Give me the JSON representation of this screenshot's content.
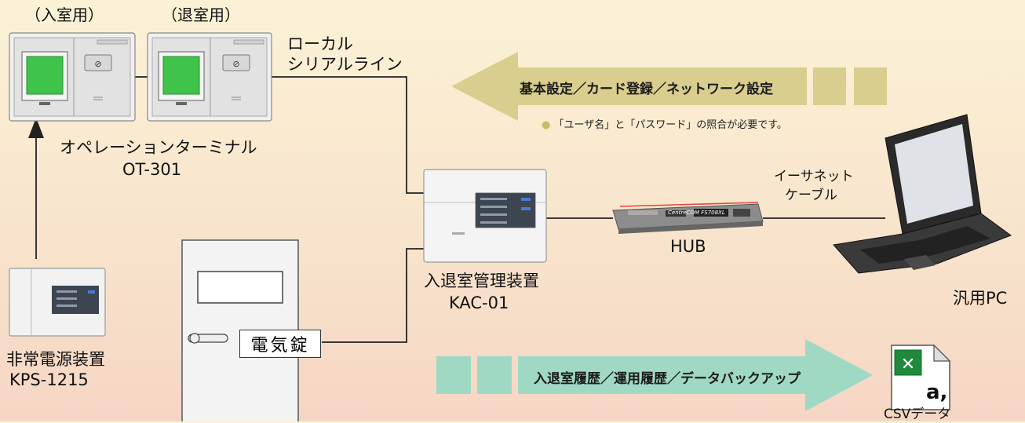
{
  "terminals": {
    "entry_label": "（入室用）",
    "exit_label": "（退室用）",
    "name": "オペレーションターミナル",
    "model": "OT-301"
  },
  "serial_line": {
    "line1": "ローカル",
    "line2": "シリアルライン"
  },
  "top_arrow": {
    "text": "基本設定／カード登録／ネットワーク設定",
    "color": "#d9ce8e"
  },
  "note": {
    "bullet": "●",
    "text": "「ユーザ名」と「パスワード」の照合が必要です。",
    "bullet_color": "#c8bb6e"
  },
  "controller": {
    "name": "入退室管理装置",
    "model": "KAC-01"
  },
  "ethernet": {
    "line1": "イーサネット",
    "line2": "ケーブル"
  },
  "hub": {
    "label": "HUB",
    "brand": "CentreCOM FS708XL"
  },
  "pc": {
    "label": "汎用PC"
  },
  "power": {
    "name": "非常電源装置",
    "model": "KPS-1215"
  },
  "lock": {
    "label": "電気錠"
  },
  "bottom_arrow": {
    "text": "入退室履歴／運用履歴／データバックアップ",
    "color": "#9fd9c3"
  },
  "csv": {
    "label": "CSVデータ",
    "icon_letter": "a,"
  }
}
